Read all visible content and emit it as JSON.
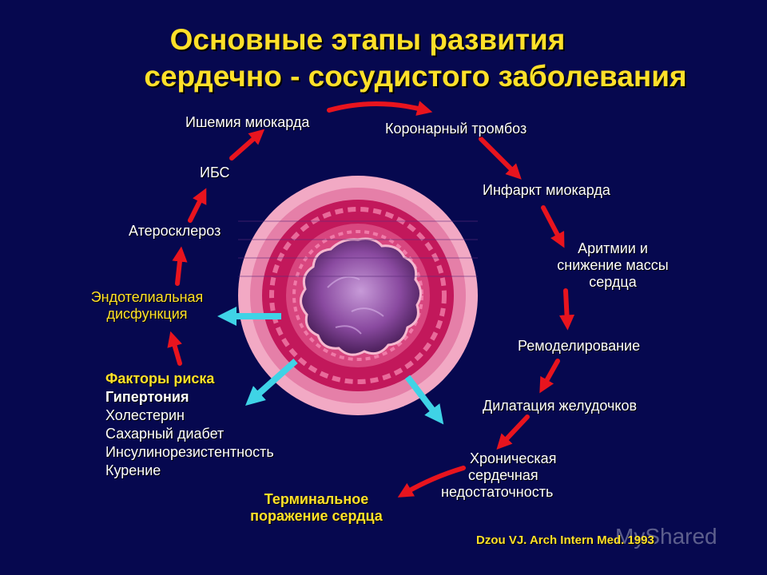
{
  "title": {
    "line1": "Основные этапы развития",
    "line2": "сердечно - сосудистого заболевания"
  },
  "stages": {
    "ischemia": "Ишемия миокарда",
    "ibs": "ИБС",
    "atherosclerosis": "Атеросклероз",
    "endothelial_line1": "Эндотелиальная",
    "endothelial_line2": "дисфункция",
    "thrombosis": "Коронарный тромбоз",
    "infarction": "Инфаркт миокарда",
    "arrhythmia_line1": "Аритмии и",
    "arrhythmia_line2": "снижение массы",
    "arrhythmia_line3": "сердца",
    "remodeling": "Ремоделирование",
    "dilatation": "Дилатация желудочков",
    "chf_line1": "Хроническая",
    "chf_line2": "сердечная",
    "chf_line3": "недостаточность",
    "terminal_line1": "Терминальное",
    "terminal_line2": "поражение сердца"
  },
  "risk_factors": {
    "header": "Факторы риска",
    "items": [
      "Гипертония",
      "Холестерин",
      "Сахарный диабет",
      "Инсулинорезистентность",
      "Курение"
    ]
  },
  "credit": "Dzou VJ. Arch Intern Med. 1993",
  "watermark": "MyShared",
  "colors": {
    "background": "#06084f",
    "title": "#ffe02a",
    "arrow_red": "#e8141e",
    "arrow_cyan": "#3fd3e6",
    "vessel_outer": "#f2a9c4",
    "vessel_media": "#c2185b",
    "lumen": "#7a3d8f"
  }
}
